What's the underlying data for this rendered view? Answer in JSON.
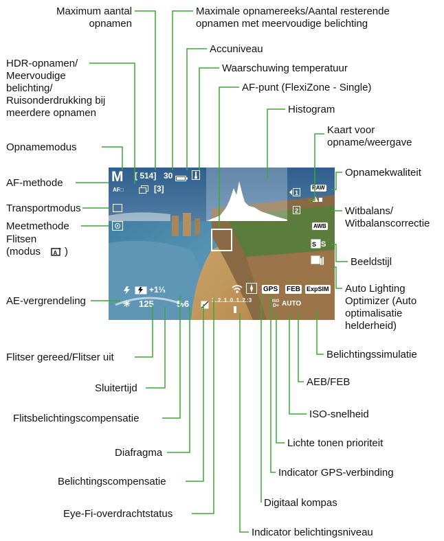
{
  "labels": {
    "maximum_aantal_opnamen": "Maximum aantal\nopnamen",
    "maximale_opnamereeks": "Maximale opnamereeks/Aantal resterende\nopnamen met meervoudige belichting",
    "accuniveau": "Accuniveau",
    "waarschuwing_temperatuur": "Waarschuwing temperatuur",
    "af_punt": "AF-punt (FlexiZone - Single)",
    "hdr_opnamen": "HDR-opnamen/\nMeervoudige\nbelichting/\nRuisonderdrukking bij\nmeerdere opnamen",
    "histogram": "Histogram",
    "kaart": "Kaart voor\nopname/weergave",
    "opnamemodus": "Opnamemodus",
    "af_methode": "AF-methode",
    "opnamekwaliteit": "Opnamekwaliteit",
    "transportmodus": "Transportmodus",
    "witbalans": "Witbalans/\nWitbalanscorrectie",
    "meetmethode": "Meetmethode",
    "flitsen": "Flitsen\n(modus",
    "flitsen_tail": ")",
    "beeldstijl": "Beeldstijl",
    "auto_lighting": "Auto Lighting\nOptimizer (Auto\noptimalisatie\nhelderheid)",
    "ae_vergrendeling": "AE-vergrendeling",
    "flitser_gereed": "Flitser gereed/Flitser uit",
    "belichtingssimulatie": "Belichtingssimulatie",
    "sluitertijd": "Sluitertijd",
    "aeb_feb": "AEB/FEB",
    "flitsbelichtingscompensatie": "Flitsbelichtingscompensatie",
    "iso_snelheid": "ISO-snelheid",
    "diafragma": "Diafragma",
    "lichte_tonen": "Lichte tonen prioriteit",
    "belichtingscompensatie": "Belichtingscompensatie",
    "gps_verbinding": "Indicator GPS-verbinding",
    "eye_fi": "Eye-Fi-overdrachtstatus",
    "digitaal_kompas": "Digitaal kompas",
    "belichtingsniveau": "Indicator belichtingsniveau"
  },
  "screen": {
    "mode": "M",
    "shots": "[ 514]",
    "burst": "30",
    "multi_count": "[3]",
    "af_method": "AF□",
    "shutter": "125",
    "aperture": "5.6",
    "flash_comp": "+1⅓",
    "iso_value": "AUTO",
    "gps_tag": "GPS",
    "feb_tag": "FEB",
    "expsim_tag": "ExpSIM",
    "raw_tag": "RAW",
    "awb_tag": "AWB",
    "card_1": "1",
    "card_2": "2",
    "meter_scale": "3..2..1..0..1..2.:3"
  },
  "icons": [
    "camera-mode-icon",
    "battery-icon",
    "temperature-warning-icon",
    "af-point-icon",
    "histogram-icon",
    "drive-mode-icon",
    "metering-icon",
    "ae-lock-icon",
    "flash-ready-icon",
    "flash-comp-icon",
    "exposure-comp-icon",
    "eye-fi-icon",
    "compass-icon",
    "picture-style-icon",
    "alo-icon"
  ],
  "colors": {
    "leader": "#3aa832",
    "screen_sky": "#3f6f9a",
    "overlay_text": "#ffffff"
  }
}
